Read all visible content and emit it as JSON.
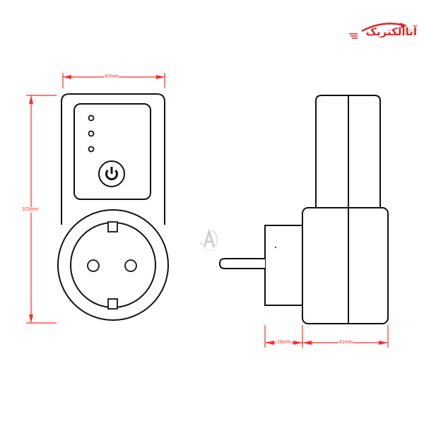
{
  "brand": {
    "logo_text": "آتاالکتریک",
    "color": "#e0262a"
  },
  "watermark": {
    "letter": "A"
  },
  "dimensions": {
    "width": "47mm",
    "height": "103mm",
    "plug_depth": "18mm",
    "body_depth": "41mm",
    "color": "#ff2a2a"
  },
  "views": {
    "front": {
      "description": "Front view of smart plug socket adapter",
      "led_count": 3,
      "button": "power-button",
      "socket": "schuko-socket"
    },
    "side": {
      "description": "Side view of smart plug socket adapter with plug pin"
    }
  }
}
